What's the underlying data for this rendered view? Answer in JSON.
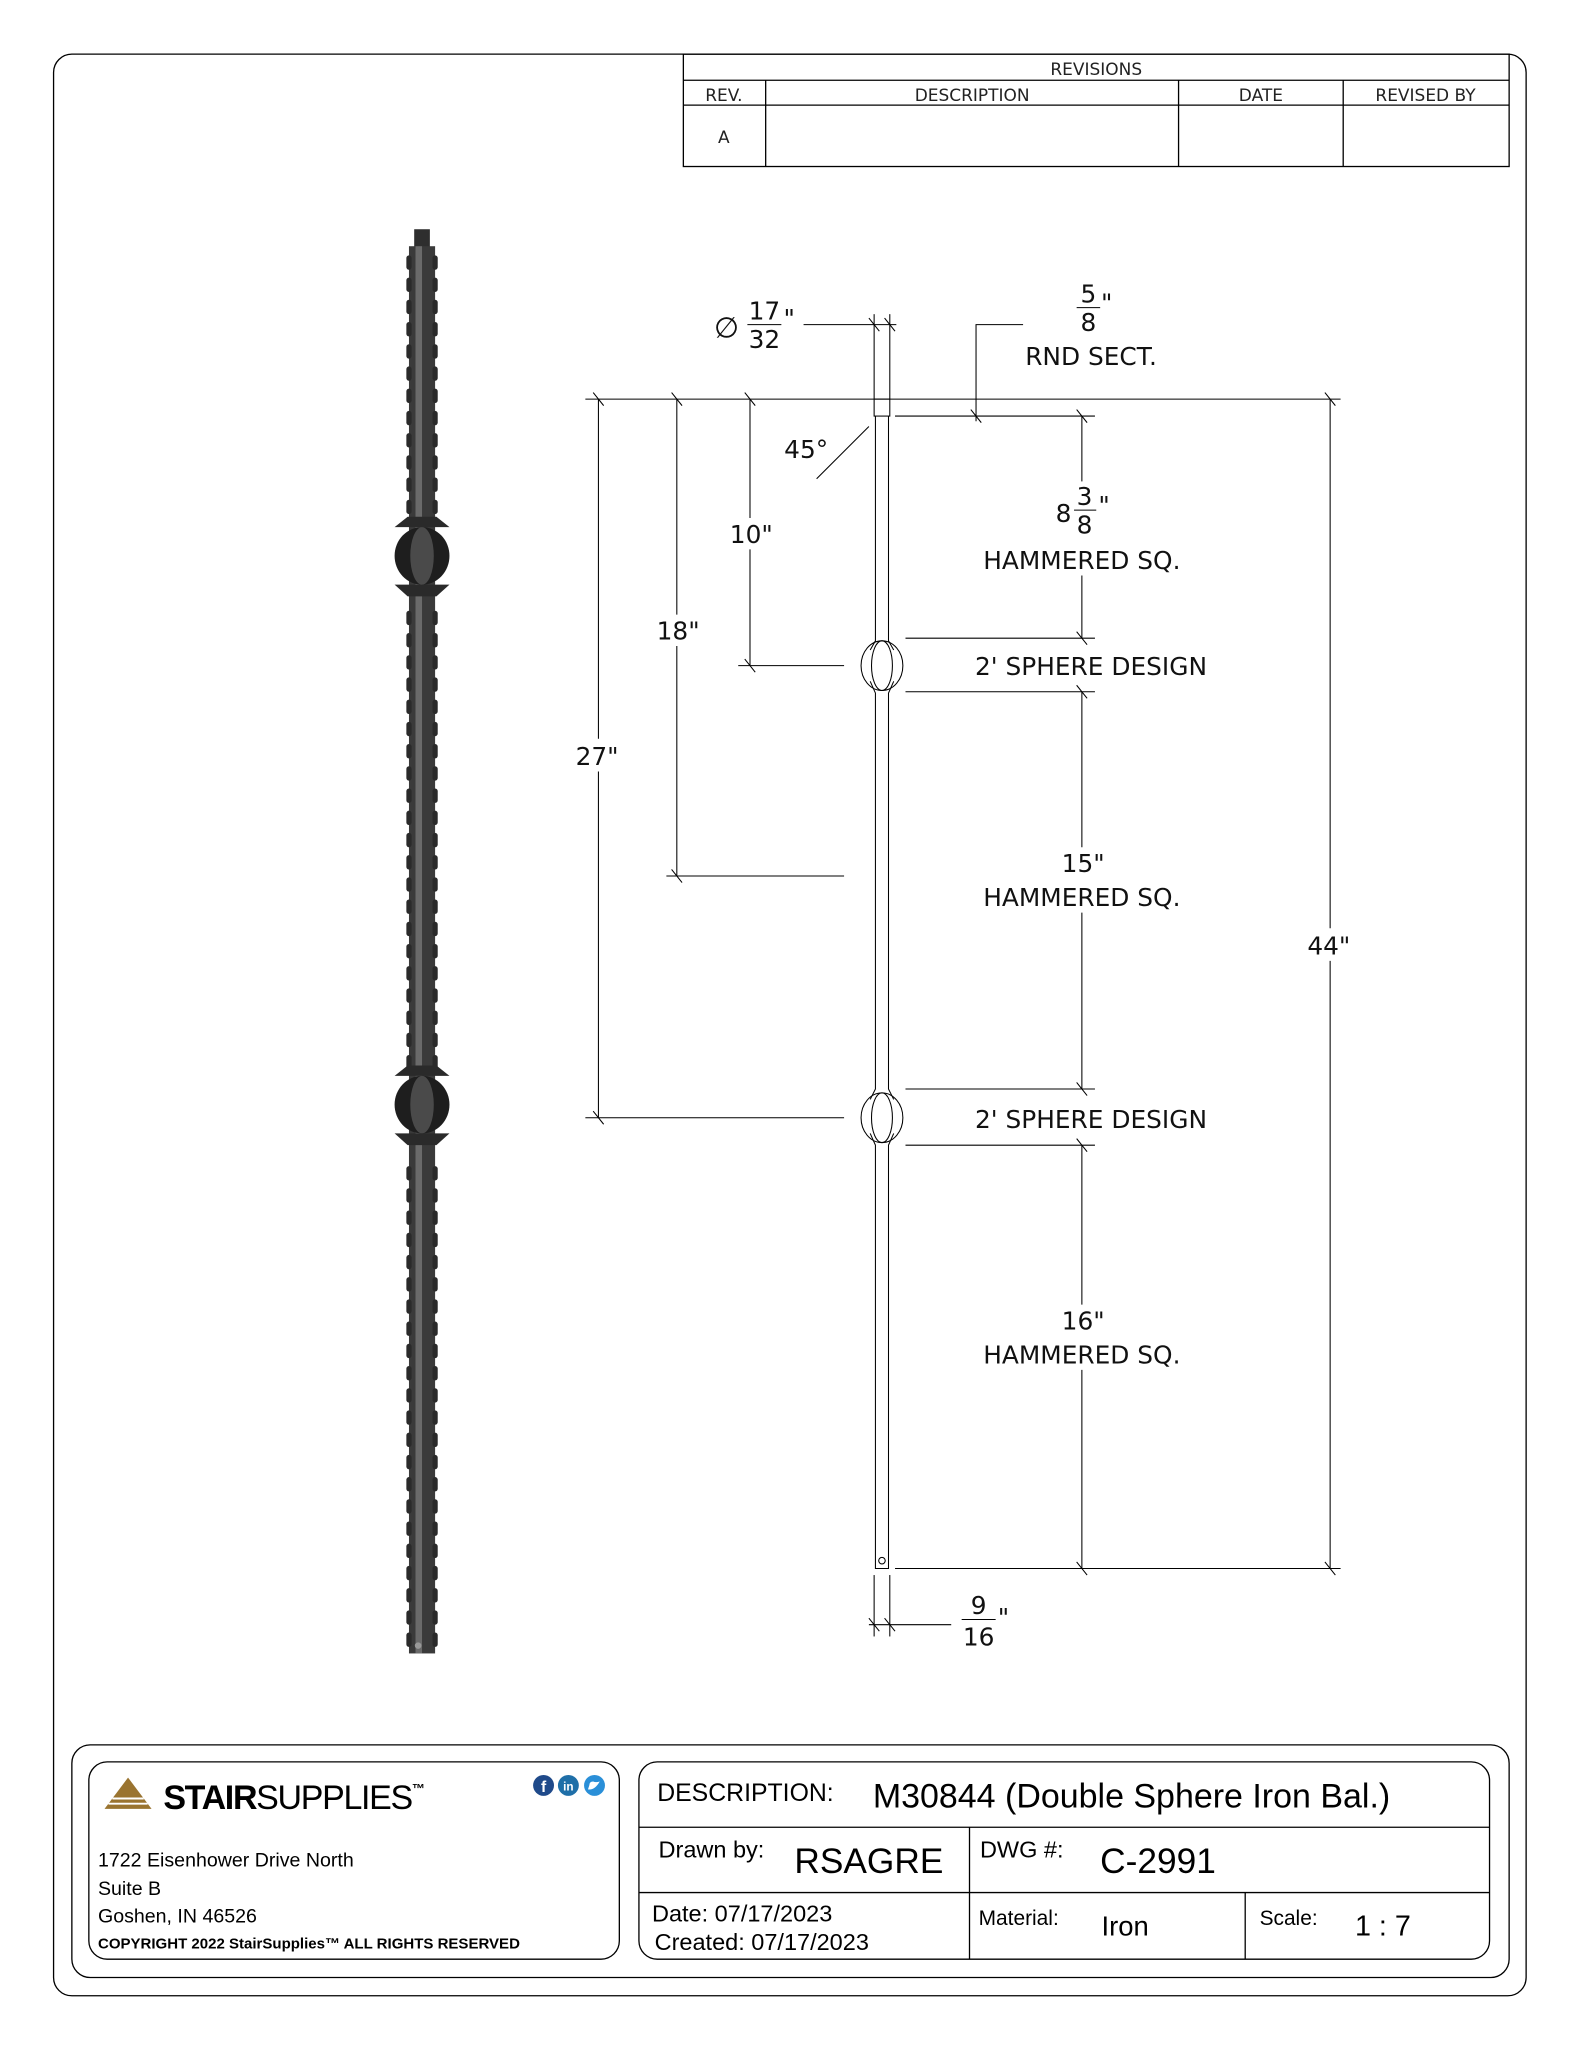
{
  "revisions": {
    "title": "REVISIONS",
    "columns": [
      "REV.",
      "DESCRIPTION",
      "DATE",
      "REVISED BY"
    ],
    "rows": [
      {
        "rev": "A",
        "description": "",
        "date": "",
        "revised_by": ""
      }
    ]
  },
  "dimensions": {
    "diameter_symbol": "∅",
    "diameter_num": "17",
    "diameter_den": "32",
    "inch": "\"",
    "round_num": "5",
    "round_den": "8",
    "round_label": "RND SECT.",
    "angle": "45°",
    "d10": "10\"",
    "d18": "18\"",
    "d27": "27\"",
    "d44": "44\"",
    "seg1_whole": "8",
    "seg1_num": "3",
    "seg1_den": "8",
    "seg1_label": "HAMMERED SQ.",
    "sphere1_label": "2' SPHERE DESIGN",
    "seg2_value": "15\"",
    "seg2_label": "HAMMERED SQ.",
    "sphere2_label": "2' SPHERE DESIGN",
    "seg3_value": "16\"",
    "seg3_label": "HAMMERED SQ.",
    "bottom_num": "9",
    "bottom_den": "16"
  },
  "company": {
    "brand_bold": "STAIR",
    "brand_light": "SUPPLIES",
    "tm": "™",
    "social_icons": [
      "facebook-icon",
      "linkedin-icon",
      "twitter-icon"
    ],
    "address1": "1722 Eisenhower Drive North",
    "address2": "Suite B",
    "address3": "Goshen, IN 46526",
    "copyright": "COPYRIGHT 2022 StairSupplies™ ALL RIGHTS RESERVED",
    "brand_color": "#8a6a2a"
  },
  "title_block": {
    "description_label": "DESCRIPTION:",
    "description_value": "M30844 (Double Sphere Iron Bal.)",
    "drawn_by_label": "Drawn by:",
    "drawn_by_value": "RSAGRE",
    "dwg_label": "DWG #:",
    "dwg_value": "C-2991",
    "date_line": "Date: 07/17/2023",
    "created_line": "Created: 07/17/2023",
    "material_label": "Material:",
    "material_value": "Iron",
    "scale_label": "Scale:",
    "scale_value": "1 : 7"
  }
}
